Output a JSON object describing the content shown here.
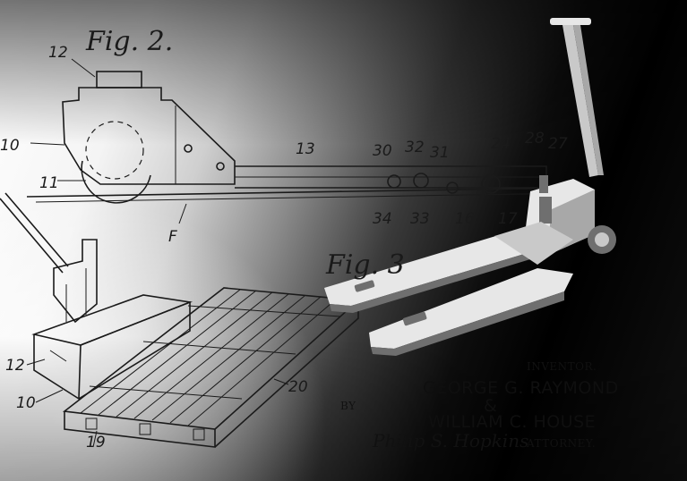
{
  "fig_top_label": "Fig. 2.",
  "fig_mid_label": "Fig. 3",
  "ref_numbers": {
    "n12a": "12",
    "n10a": "10",
    "n11": "11",
    "n13": "13",
    "nF": "F",
    "n30": "30",
    "n32": "32",
    "n31": "31",
    "n24": "24",
    "n28": "28",
    "n27": "27",
    "n34": "34",
    "n33": "33",
    "n16": "16",
    "n17": "17",
    "n12b": "12",
    "n10b": "10",
    "n20": "20",
    "n19": "19"
  },
  "credits": {
    "inventor_label": "INVENTOR.",
    "inventor_1": "GEORGE G. RAYMOND",
    "ampersand": "&",
    "inventor_2": "WILLIAM C. HOUSE",
    "by_label": "BY",
    "signature": "Philip S. Hopkins",
    "attorney_label": "ATTORNEY."
  },
  "colors": {
    "ink": "#1a1a1a",
    "metal": "#c9c9c9"
  },
  "icons": {
    "pallet_jack_photo": "pallet-jack-illustration",
    "patent_drawing": "patent-drawing-lines"
  }
}
